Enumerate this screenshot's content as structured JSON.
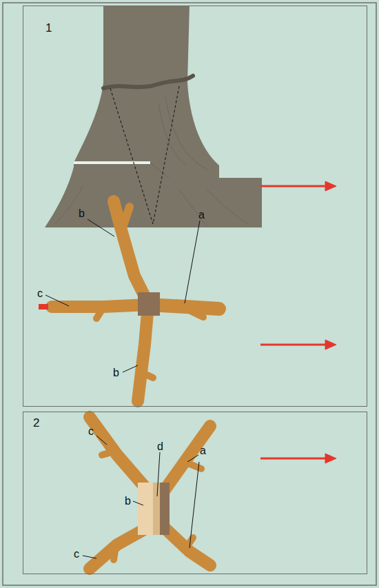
{
  "diagram": {
    "nodes": [
      {
        "text": [
          "1"
        ]
      },
      {
        "text": [
          "2"
        ]
      }
    ],
    "labels": [
      "b",
      "a",
      "c",
      "b",
      "c",
      "d",
      "b",
      "a",
      "c"
    ]
  }
}
